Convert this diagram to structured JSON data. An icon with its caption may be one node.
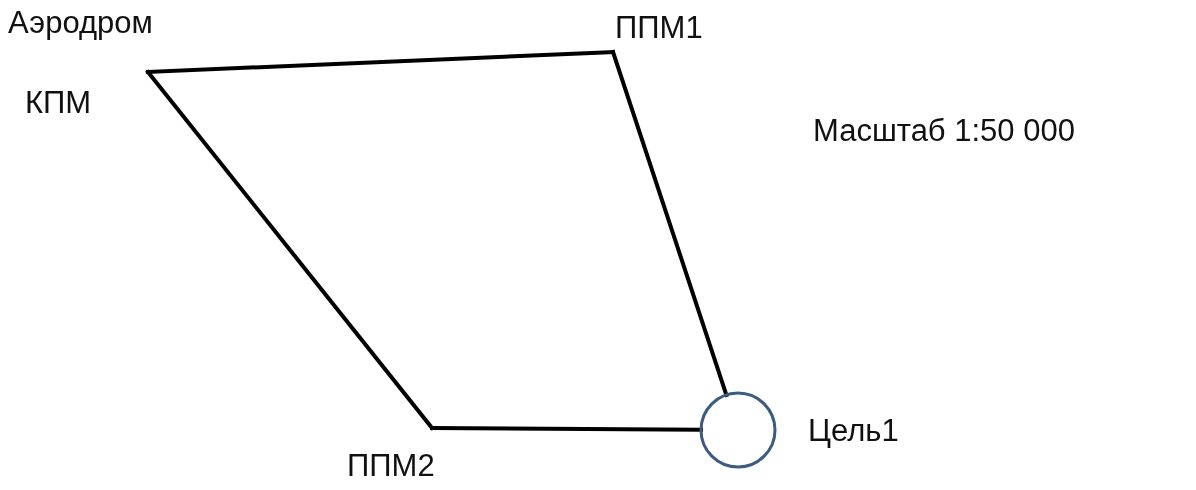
{
  "diagram": {
    "nodes": [
      {
        "text": [
          "Аэродром",
          "КПМ"
        ]
      },
      {
        "text": [
          "ППМ1"
        ]
      },
      {
        "text": [
          "Цель1"
        ]
      },
      {
        "text": [
          "ППМ2"
        ]
      }
    ],
    "edges": [
      {
        "from": 0,
        "to": 1,
        "arrow": "none"
      },
      {
        "from": 1,
        "to": 2,
        "arrow": "none"
      },
      {
        "from": 2,
        "to": 3,
        "arrow": "none"
      },
      {
        "from": 3,
        "to": 0,
        "arrow": "none"
      }
    ],
    "labels": [
      "Масштаб 1:50 000"
    ]
  }
}
